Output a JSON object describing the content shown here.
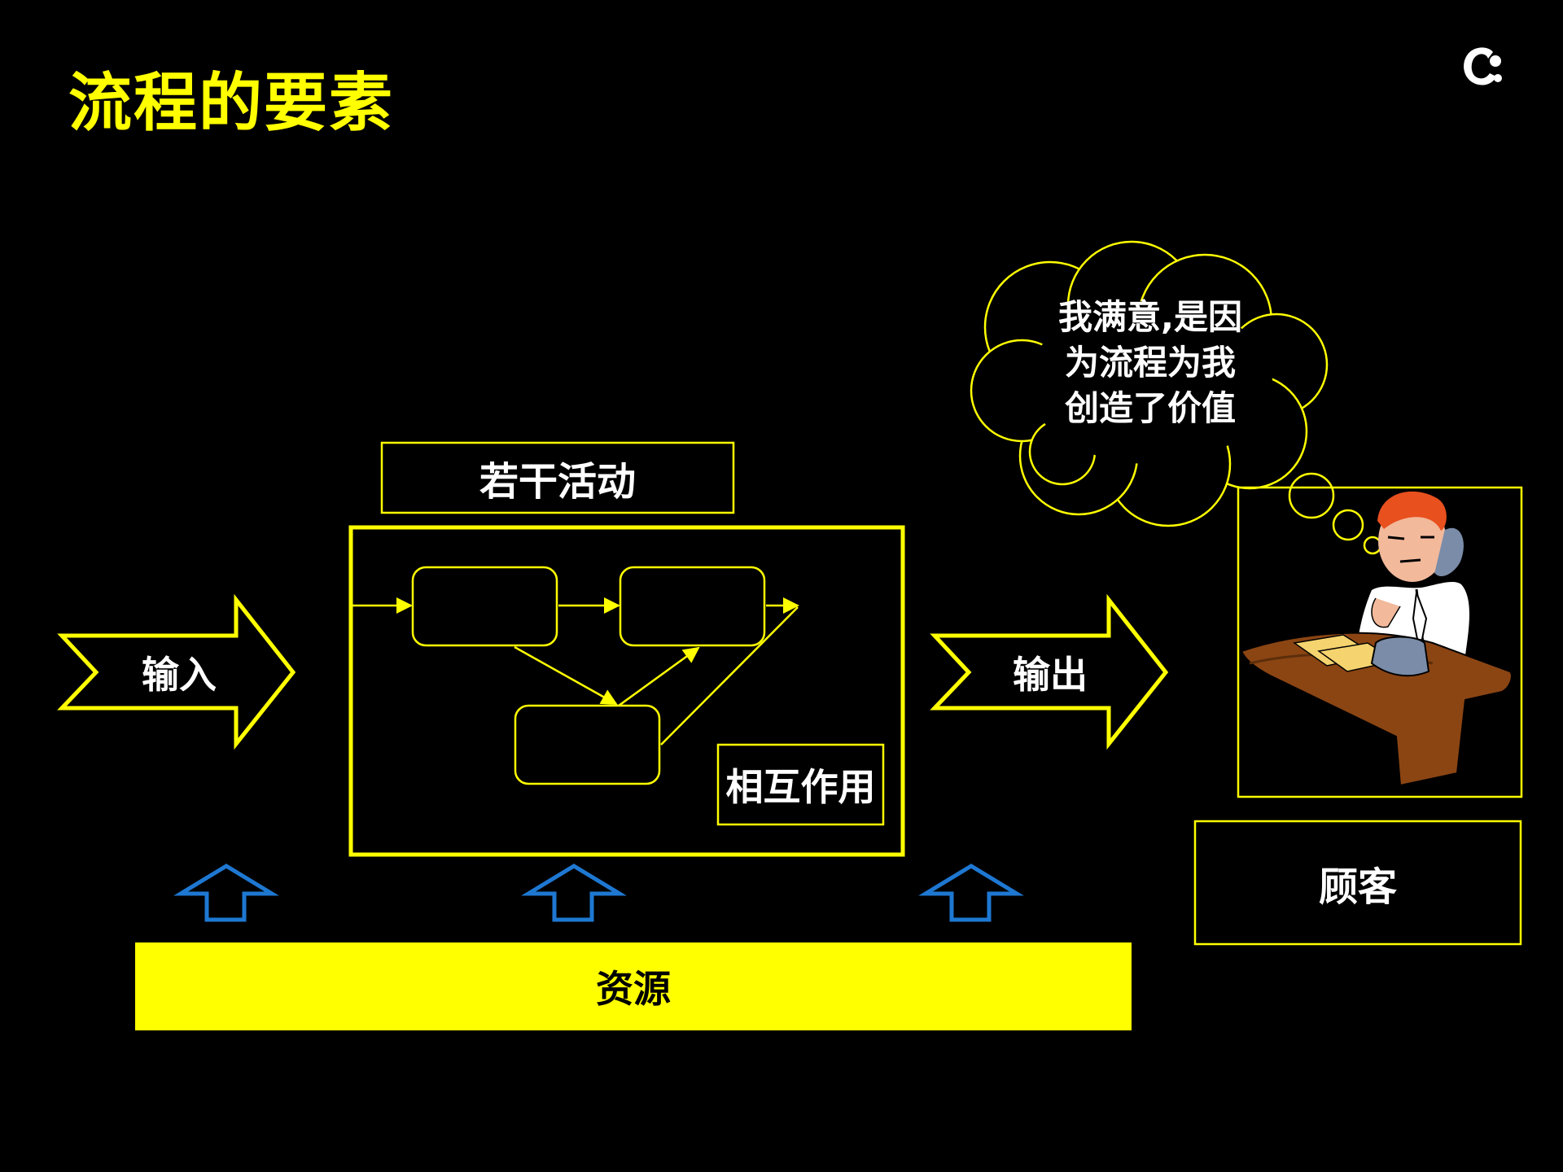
{
  "slide": {
    "title": "流程的要素"
  },
  "diagram": {
    "input_label": "输入",
    "output_label": "输出",
    "activities_label": "若干活动",
    "interaction_label": "相互作用",
    "resources_label": "资源",
    "customer_label": "顾客",
    "thought_bubble_lines": [
      "我满意,是因",
      "为流程为我",
      "创造了价值"
    ]
  },
  "icons": {
    "logo": "c-logo-icon",
    "customer_picture": "man-on-phone-at-desk-icon",
    "resource_arrows": "up-arrow-icon"
  },
  "colors": {
    "background": "#000000",
    "accent": "#FFFF00",
    "text": "#FFFFFF",
    "arrow_blue": "#1E78D2"
  }
}
